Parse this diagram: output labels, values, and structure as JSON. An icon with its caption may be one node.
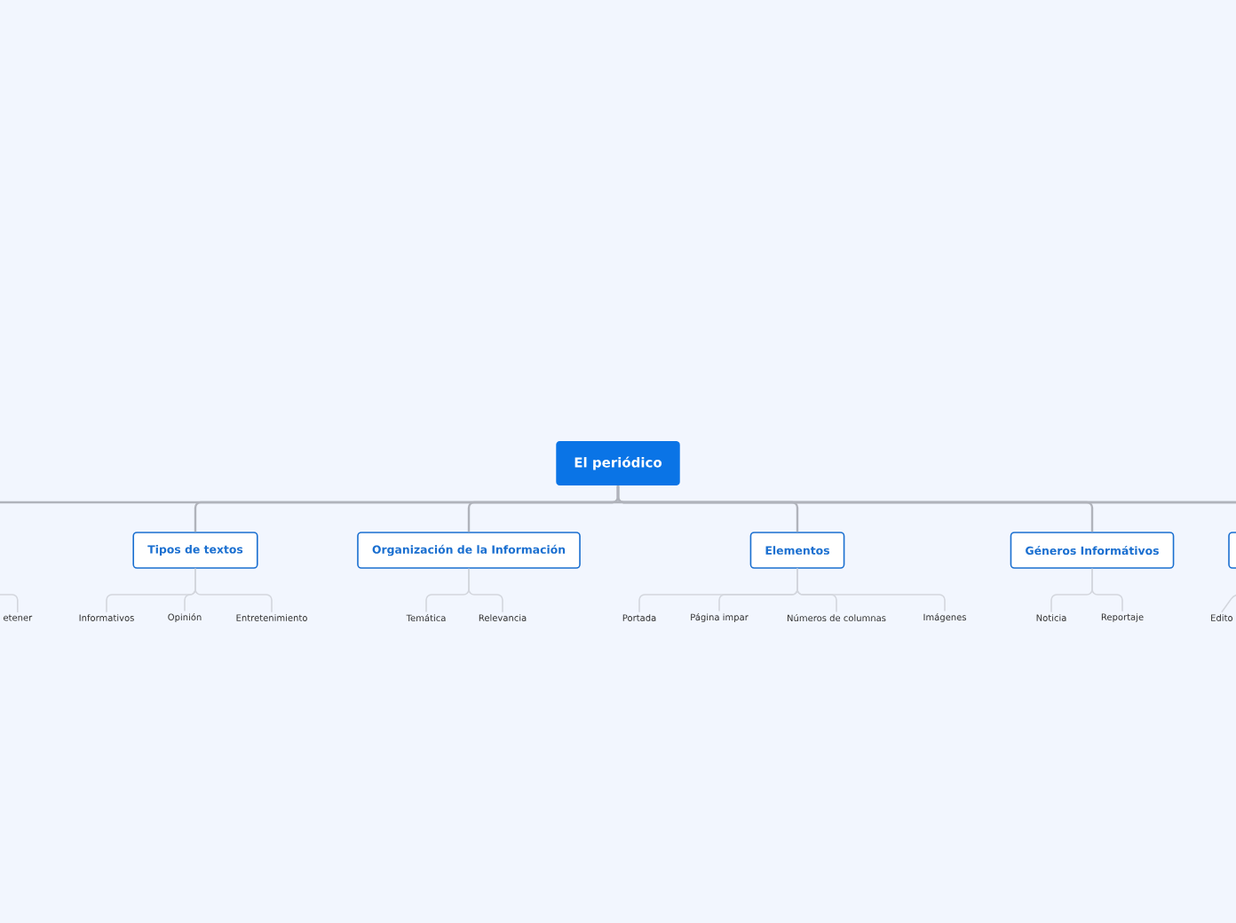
{
  "diagram": {
    "nodes": [
      {
        "text": [
          "El periódico"
        ]
      },
      {
        "text": [
          "etener"
        ]
      },
      {
        "text": [
          "Tipos de textos"
        ]
      },
      {
        "text": [
          "Informativos"
        ]
      },
      {
        "text": [
          "Opinión"
        ]
      },
      {
        "text": [
          "Entretenimiento"
        ]
      },
      {
        "text": [
          "Organización de la Información"
        ]
      },
      {
        "text": [
          "Temática"
        ]
      },
      {
        "text": [
          "Relevancia"
        ]
      },
      {
        "text": [
          "Elementos"
        ]
      },
      {
        "text": [
          "Portada"
        ]
      },
      {
        "text": [
          "Página impar"
        ]
      },
      {
        "text": [
          "Números de columnas"
        ]
      },
      {
        "text": [
          "Imágenes"
        ]
      },
      {
        "text": [
          "Géneros Informátivos"
        ]
      },
      {
        "text": [
          "Noticia"
        ]
      },
      {
        "text": [
          "Reportaje"
        ]
      },
      {
        "text": [],
        "shape": "box"
      },
      {
        "text": [
          "Edito"
        ]
      }
    ],
    "edges": [
      {
        "from": 0,
        "to": 2,
        "arrow": "none"
      },
      {
        "from": 0,
        "to": 6,
        "arrow": "none"
      },
      {
        "from": 0,
        "to": 9,
        "arrow": "none"
      },
      {
        "from": 0,
        "to": 14,
        "arrow": "none"
      },
      {
        "from": 0,
        "to": 17,
        "arrow": "none"
      },
      {
        "from": null,
        "to": 1,
        "arrow": "none"
      },
      {
        "from": 2,
        "to": 3,
        "arrow": "none"
      },
      {
        "from": 2,
        "to": 4,
        "arrow": "none"
      },
      {
        "from": 2,
        "to": 5,
        "arrow": "none"
      },
      {
        "from": 6,
        "to": 7,
        "arrow": "none"
      },
      {
        "from": 6,
        "to": 8,
        "arrow": "none"
      },
      {
        "from": 9,
        "to": 10,
        "arrow": "none"
      },
      {
        "from": 9,
        "to": 11,
        "arrow": "none"
      },
      {
        "from": 9,
        "to": 12,
        "arrow": "none"
      },
      {
        "from": 9,
        "to": 13,
        "arrow": "none"
      },
      {
        "from": 14,
        "to": 15,
        "arrow": "none"
      },
      {
        "from": 14,
        "to": 16,
        "arrow": "none"
      },
      {
        "from": 17,
        "to": 18,
        "arrow": "none"
      }
    ]
  }
}
